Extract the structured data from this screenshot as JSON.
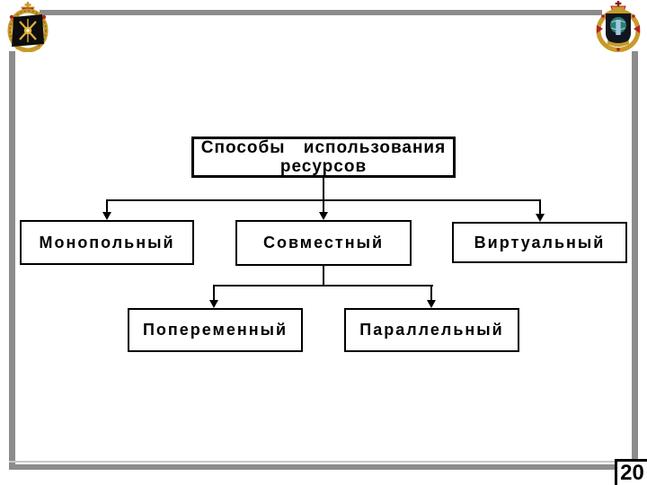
{
  "slide": {
    "page_number": "20",
    "colors": {
      "frame_gray": "#8c8c8c",
      "frame_light_gray": "#c9c9c9",
      "diagram_line": "#000000",
      "node_fill": "#ffffff",
      "node_border": "#000000",
      "wreath_gold": "#c79a2a",
      "crown_red": "#b52025",
      "globe_teal": "#2f7d6e",
      "shield_black": "#0d0d0d"
    },
    "icons": {
      "left_emblem": "military-heraldic-emblem-black-shield",
      "right_emblem": "military-heraldic-emblem-globe-shield"
    }
  },
  "diagram": {
    "root": {
      "line1": "Способы использования",
      "line2": "ресурсов"
    },
    "level1": [
      {
        "label": "Монопольный"
      },
      {
        "label": "Совместный"
      },
      {
        "label": "Виртуальный"
      }
    ],
    "level2": [
      {
        "label": "Попеременный"
      },
      {
        "label": "Параллельный"
      }
    ]
  }
}
